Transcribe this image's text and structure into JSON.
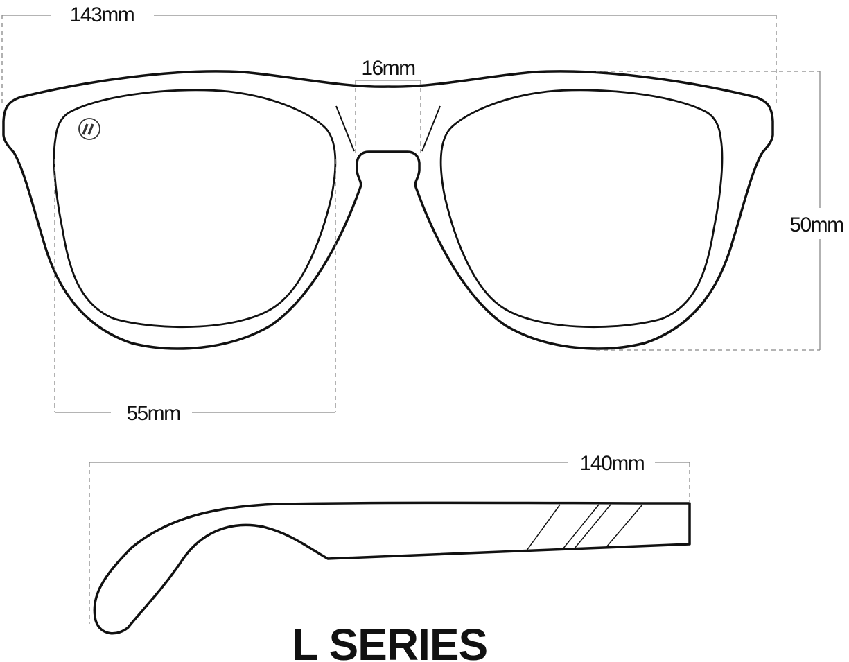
{
  "dimensions": {
    "total_width": "143mm",
    "bridge": "16mm",
    "lens_height": "50mm",
    "lens_width": "55mm",
    "temple_length": "140mm"
  },
  "title": "L SERIES",
  "logo": {
    "icon": "double-slash-logo-icon",
    "text": "//"
  },
  "colors": {
    "outline": "#111111",
    "dimension_lines": "#888888"
  }
}
